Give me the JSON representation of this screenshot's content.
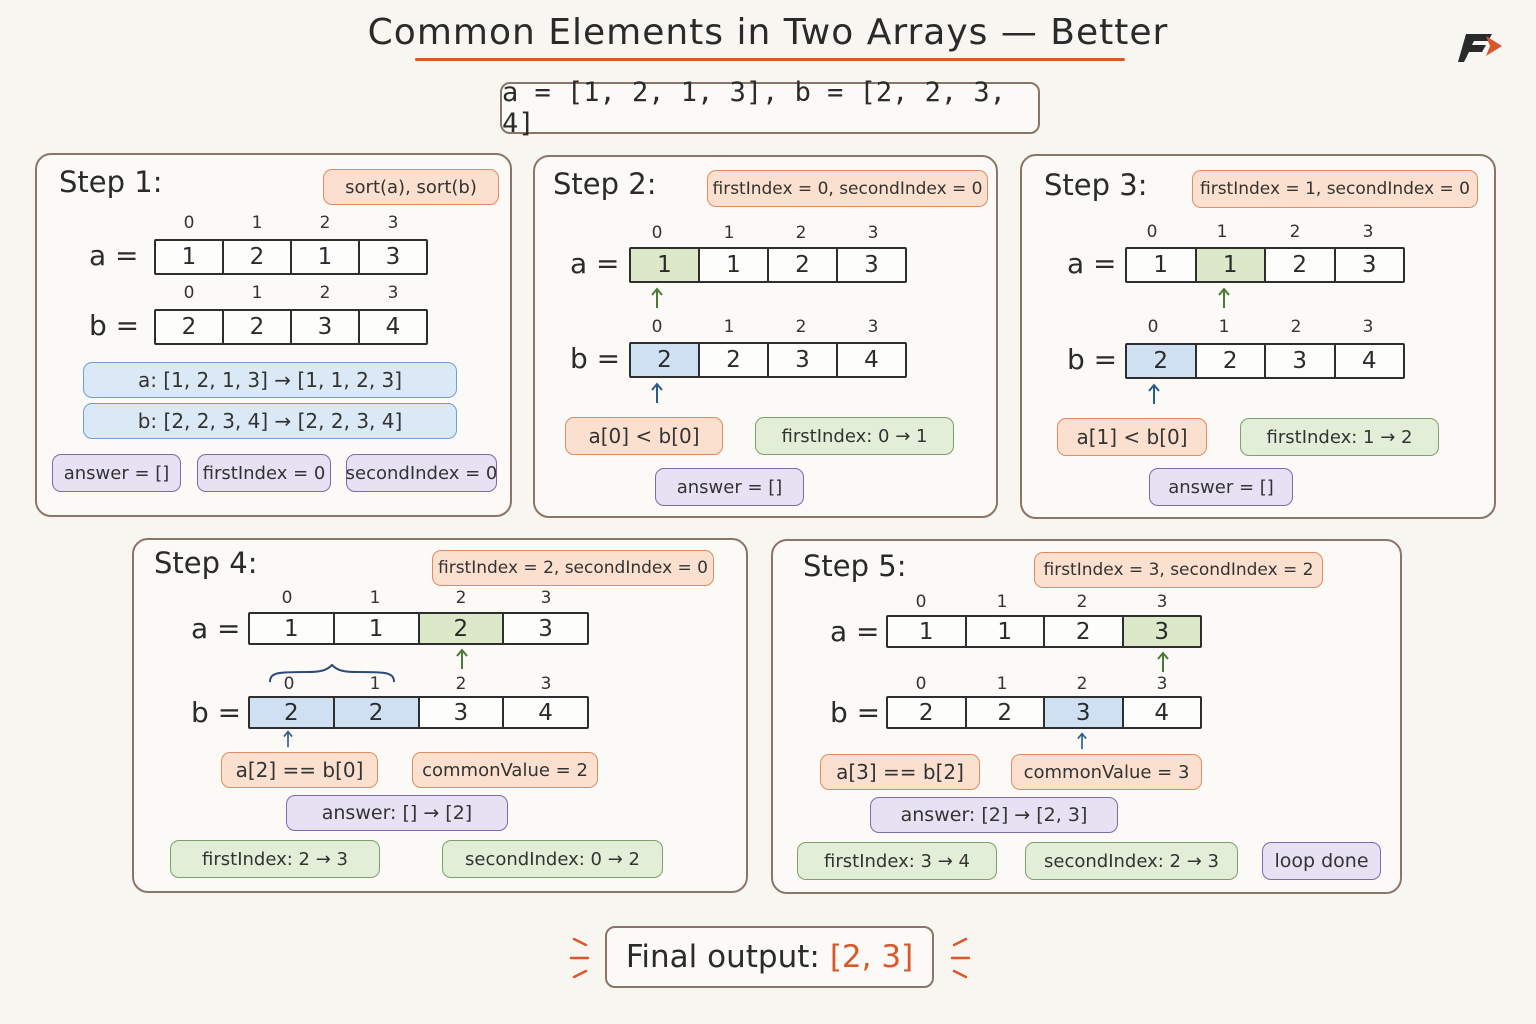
{
  "title": "Common Elements in Two Arrays — Better",
  "input": "a = [1, 2, 1, 3], b = [2, 2, 3, 4]",
  "indices": [
    "0",
    "1",
    "2",
    "3"
  ],
  "labels": {
    "a": "a =",
    "b": "b ="
  },
  "colors": {
    "accent": "#d9572b",
    "orange": "#fbe0cf",
    "green": "#e3eed8",
    "blue": "#dbe9f6",
    "purple": "#e6e1f3"
  },
  "steps": [
    {
      "title": "Step 1:",
      "header": "sort(a), sort(b)",
      "a": [
        "1",
        "2",
        "1",
        "3"
      ],
      "b": [
        "2",
        "2",
        "3",
        "4"
      ],
      "sort_a": "a:  [1, 2, 1, 3] → [1, 1, 2, 3]",
      "sort_b": "b:  [2, 2, 3, 4] → [2, 2, 3, 4]",
      "answer": "answer = []",
      "first": "firstIndex = 0",
      "second": "secondIndex = 0"
    },
    {
      "title": "Step 2:",
      "header": "firstIndex = 0, secondIndex = 0",
      "a": [
        "1",
        "1",
        "2",
        "3"
      ],
      "b": [
        "2",
        "2",
        "3",
        "4"
      ],
      "compare": "a[0] < b[0]",
      "update": "firstIndex:  0 → 1",
      "answer": "answer = []"
    },
    {
      "title": "Step 3:",
      "header": "firstIndex = 1, secondIndex = 0",
      "a": [
        "1",
        "1",
        "2",
        "3"
      ],
      "b": [
        "2",
        "2",
        "3",
        "4"
      ],
      "compare": "a[1] < b[0]",
      "update": "firstIndex:  1 → 2",
      "answer": "answer = []"
    },
    {
      "title": "Step 4:",
      "header": "firstIndex = 2, secondIndex = 0",
      "a": [
        "1",
        "1",
        "2",
        "3"
      ],
      "b": [
        "2",
        "2",
        "3",
        "4"
      ],
      "compare": "a[2] == b[0]",
      "common": "commonValue = 2",
      "answer": "answer:  [] → [2]",
      "first": "firstIndex:  2 → 3",
      "second": "secondIndex:  0 → 2"
    },
    {
      "title": "Step 5:",
      "header": "firstIndex = 3, secondIndex = 2",
      "a": [
        "1",
        "1",
        "2",
        "3"
      ],
      "b": [
        "2",
        "2",
        "3",
        "4"
      ],
      "compare": "a[3] == b[2]",
      "common": "commonValue = 3",
      "answer": "answer:  [2] → [2, 3]",
      "first": "firstIndex:  3 → 4",
      "second": "secondIndex:  2 → 3",
      "done": "loop done"
    }
  ],
  "final": {
    "label": "Final output:",
    "value": "[2, 3]"
  }
}
